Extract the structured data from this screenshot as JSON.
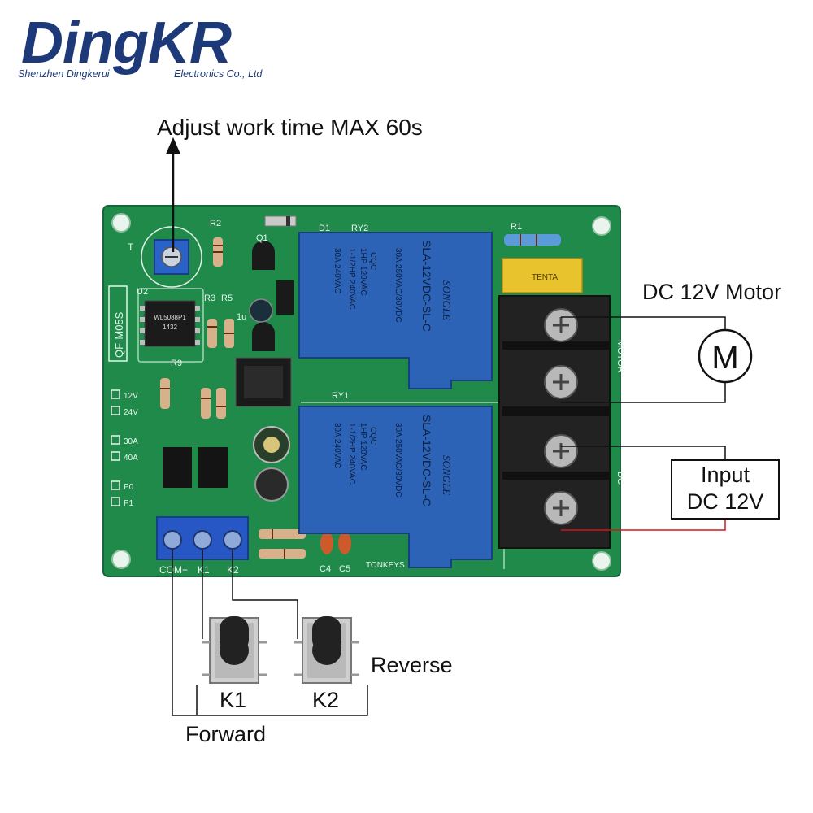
{
  "brand": {
    "logo_text": "DingKR",
    "logo_subtitle_left": "Shenzhen Dingkerui",
    "logo_subtitle_right": "Electronics Co., Ltd"
  },
  "callouts": {
    "adjust": "Adjust work time MAX 60s",
    "motor": "DC 12V Motor",
    "motor_symbol": "M",
    "input_line1": "Input",
    "input_line2": "DC 12V",
    "reverse": "Reverse",
    "forward": "Forward",
    "k1": "K1",
    "k2": "K2"
  },
  "board": {
    "model": "QF-M05S",
    "brand_mark": "TONKEYS",
    "terminal_motor": "MOTOR",
    "terminal_dc": "DC",
    "pins": [
      "COM+",
      "K1",
      "K2"
    ],
    "trimmer": "T",
    "refs": [
      "R2",
      "D1",
      "RY2",
      "R1",
      "Q1",
      "U2",
      "R3",
      "R5",
      "R9",
      "RY1",
      "C4",
      "C5",
      "1u",
      "12V",
      "24V",
      "30A",
      "40A",
      "P0",
      "P1"
    ],
    "ic_text": [
      "WL5088P1",
      "1432"
    ],
    "cap_text": "TENTA",
    "relay": {
      "model": "SLA-12VDC-SL-C",
      "brand": "SONGLE",
      "rating1": "30A  250VAC/30VDC",
      "rating2": "1HP 120VAC",
      "rating3": "1-1/2HP 240VAC",
      "rating4": "30A 240VAC",
      "cert": "CQC"
    }
  },
  "colors": {
    "pcb": "#1f8a4a",
    "relay": "#2c63b7",
    "terminal_block": "#202020",
    "logo": "#1e3978",
    "wire_positive": "#d01818"
  }
}
